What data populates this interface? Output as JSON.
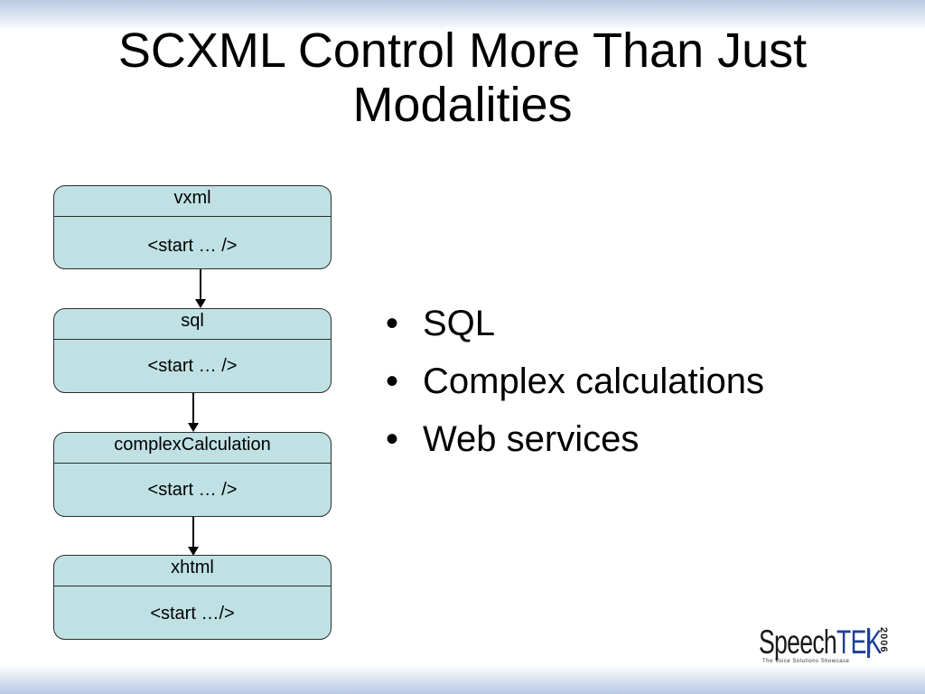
{
  "slide": {
    "title_line1": "SCXML Control More Than Just",
    "title_line2": "Modalities"
  },
  "diagram": {
    "states": [
      {
        "name": "vxml",
        "body": "<start … />"
      },
      {
        "name": "sql",
        "body": "<start … />"
      },
      {
        "name": "complexCalculation",
        "body": "<start … />"
      },
      {
        "name": "xhtml",
        "body": "<start …/>"
      }
    ]
  },
  "bullets": [
    "SQL",
    "Complex calculations",
    "Web services"
  ],
  "logo": {
    "word_dark": "Speech",
    "word_blue": "TEK",
    "year": "2006",
    "tagline": "The Voice Solutions Showcase"
  },
  "colors": {
    "state_fill": "#bfe1e4",
    "logo_blue": "#1f3f93"
  }
}
